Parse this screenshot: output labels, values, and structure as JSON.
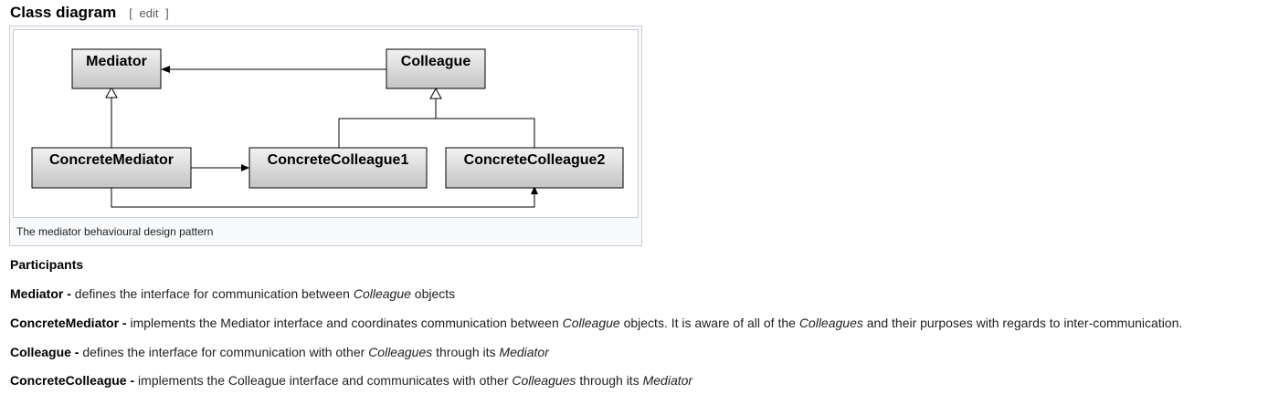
{
  "section": {
    "title": "Class diagram",
    "edit_open": "[",
    "edit_label": "edit",
    "edit_close": "]"
  },
  "figure": {
    "caption": "The mediator behavioural design pattern",
    "classes": {
      "mediator": "Mediator",
      "colleague": "Colleague",
      "concrete_mediator": "ConcreteMediator",
      "concrete_colleague1": "ConcreteColleague1",
      "concrete_colleague2": "ConcreteColleague2"
    }
  },
  "participants": {
    "heading": "Participants",
    "items": [
      {
        "name": "Mediator",
        "sep": " - ",
        "text1": "defines the interface for communication between ",
        "em1": "Colleague",
        "text2": " objects",
        "em2": "",
        "text3": "",
        "em3": ""
      },
      {
        "name": "ConcreteMediator",
        "sep": " - ",
        "text1": "implements the Mediator interface and coordinates communication between ",
        "em1": "Colleague",
        "text2": " objects. It is aware of all of the ",
        "em2": "Colleagues",
        "text3": " and their purposes with regards to inter-communication.",
        "em3": ""
      },
      {
        "name": "Colleague",
        "sep": " - ",
        "text1": "defines the interface for communication with other ",
        "em1": "Colleagues",
        "text2": " through its ",
        "em2": "Mediator",
        "text3": "",
        "em3": ""
      },
      {
        "name": "ConcreteColleague",
        "sep": " - ",
        "text1": "implements the Colleague interface and communicates with other ",
        "em1": "Colleagues",
        "text2": " through its ",
        "em2": "Mediator",
        "text3": "",
        "em3": ""
      }
    ]
  },
  "colors": {
    "box_fill_top": "#f2f2f2",
    "box_fill_bottom": "#c4c4c4",
    "box_stroke": "#000000",
    "thumb_border": "#c8ccd1",
    "thumb_bg": "#f8f9fa"
  }
}
